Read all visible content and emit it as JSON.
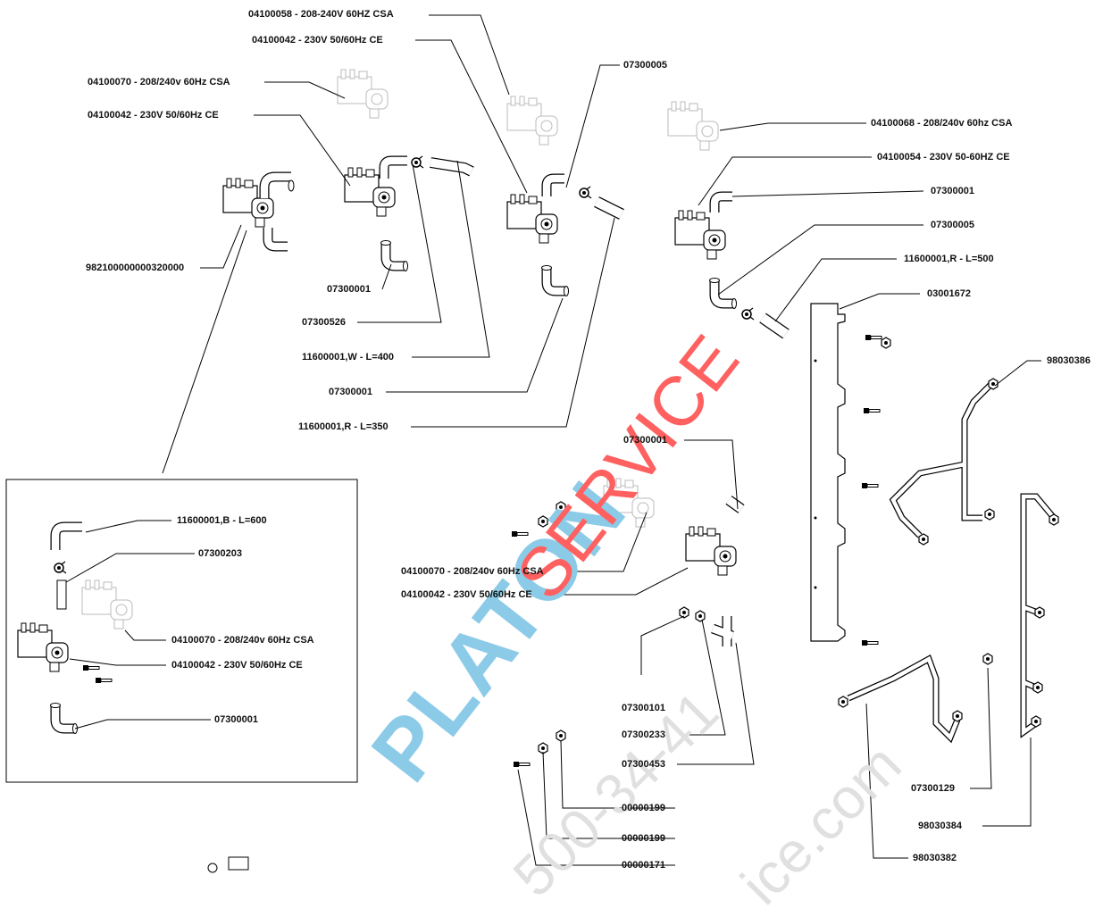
{
  "watermark": {
    "brand": "PLATON",
    "word": "SERVICE",
    "phone": "500-34-41",
    "site": "ice.com"
  },
  "labels": {
    "l01": "04100058 - 208-240V 60HZ CSA",
    "l02": "04100042 - 230V 50/60Hz CE",
    "l03": "04100070 - 208/240v 60Hz CSA",
    "l04": "04100042 - 230V 50/60Hz CE",
    "l05": "07300005",
    "l06": "04100068 - 208/240v 60hz CSA",
    "l07": "04100054 - 230V 50-60HZ CE",
    "l08": "07300001",
    "l09": "07300005",
    "l10": "11600001,R - L=500",
    "l11": "03001672",
    "l12": "98030386",
    "l13": "982100000000320000",
    "l14": "07300001",
    "l15": "07300526",
    "l16": "11600001,W - L=400",
    "l17": "07300001",
    "l18": "11600001,R - L=350",
    "l19": "11600001,B - L=600",
    "l20": "07300203",
    "l21": "04100070 - 208/240v 60Hz CSA",
    "l22": "04100042 - 230V 50/60Hz CE",
    "l23": "07300001",
    "l24": "07300001",
    "l25": "04100070 - 208/240v 60Hz CSA",
    "l26": "04100042 - 230V 50/60Hz CE",
    "l27": "07300101",
    "l28": "07300233",
    "l29": "07300453",
    "l30": "00000199",
    "l31": "00000199",
    "l32": "00000171",
    "l33": "07300129",
    "l34": "98030384",
    "l35": "98030382"
  }
}
